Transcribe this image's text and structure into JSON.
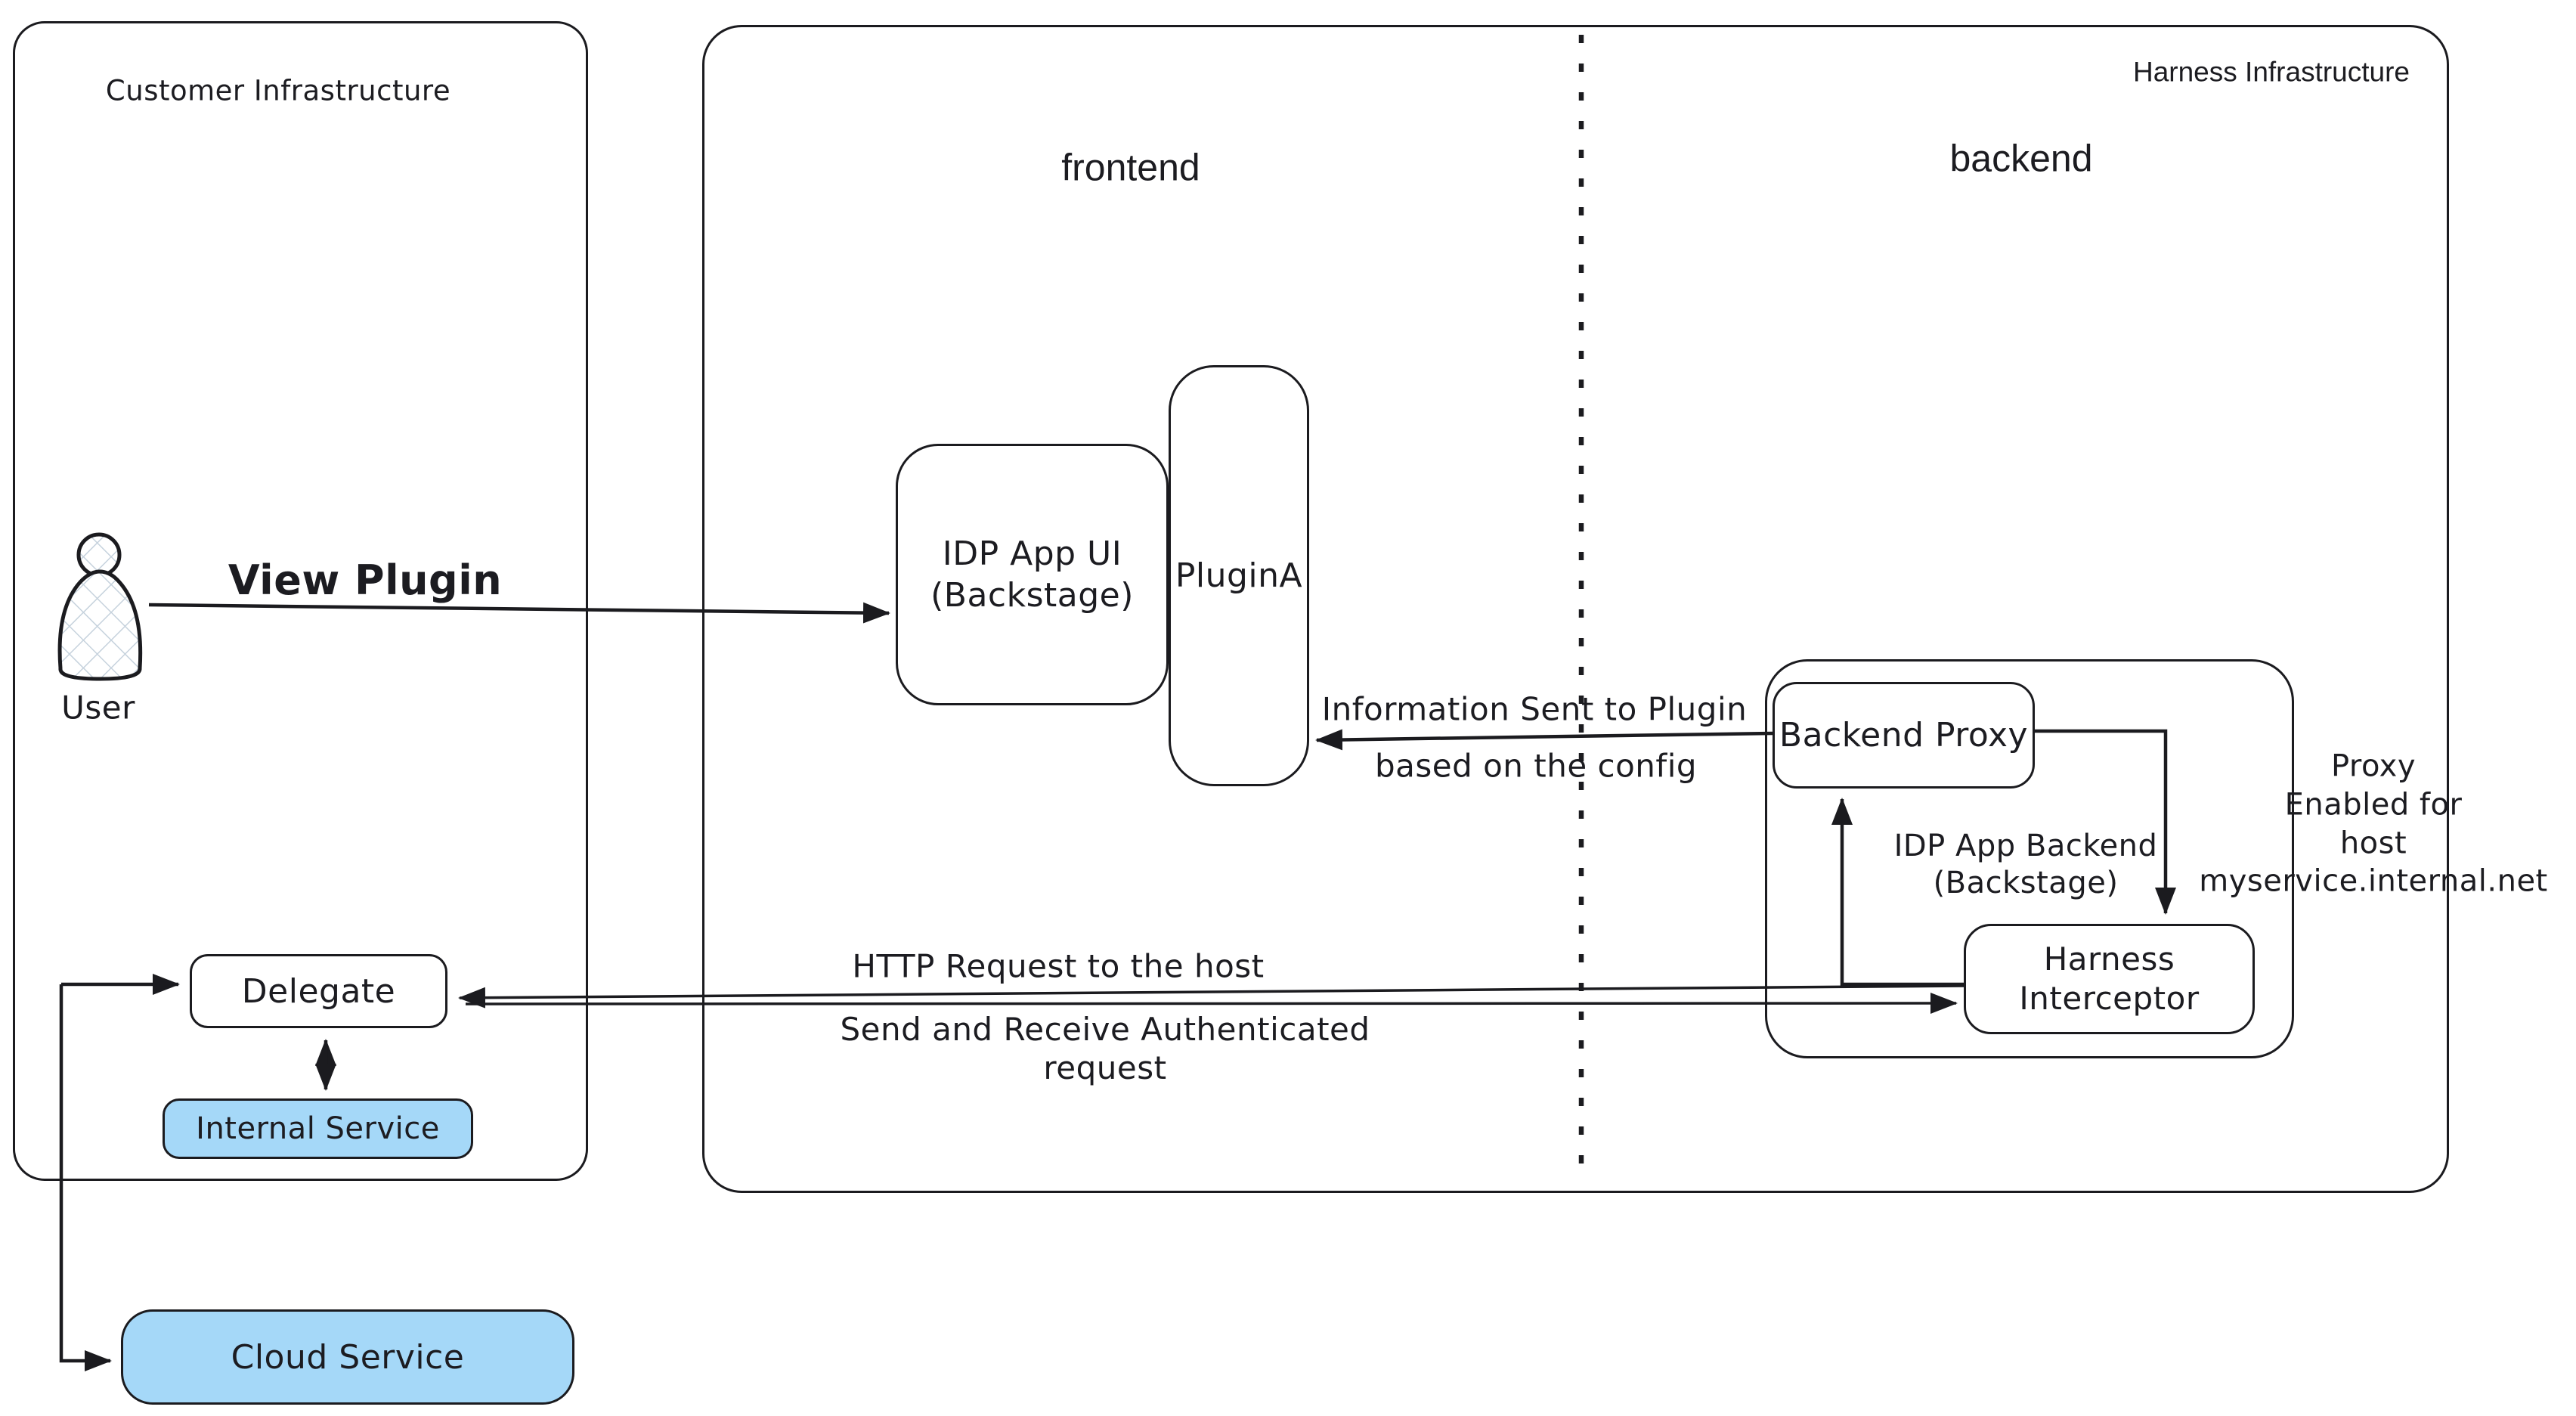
{
  "diagram": {
    "customer": {
      "title": "Customer Infrastructure",
      "user_label": "User",
      "delegate_label": "Delegate",
      "internal_service_label": "Internal Service"
    },
    "cloud_service_label": "Cloud Service",
    "harness": {
      "title": "Harness Infrastructure",
      "frontend_label": "frontend",
      "backend_label": "backend",
      "idp_app_ui_label": "IDP App UI\n(Backstage)",
      "plugin_a_label": "PluginA",
      "backend_proxy_label": "Backend Proxy",
      "idp_app_backend_label": "IDP App Backend\n(Backstage)",
      "harness_interceptor_label": "Harness\nInterceptor",
      "proxy_note": "Proxy\nEnabled for\nhost myservice.internal.net"
    },
    "edges": {
      "view_plugin": "View Plugin",
      "info_sent_line1": "Information Sent to Plugin",
      "info_sent_line2": "based on the config",
      "http_request": "HTTP Request to the host",
      "auth_request": "Send and Receive Authenticated\nrequest"
    }
  },
  "colors": {
    "stroke": "#1b1b1f",
    "service_fill": "#a5d8f8",
    "hatch": "#c6d2dd",
    "background": "#ffffff"
  }
}
